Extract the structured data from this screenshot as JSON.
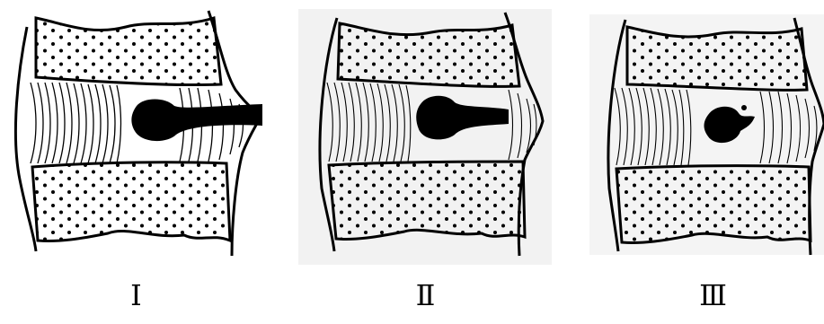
{
  "figure": {
    "panels": [
      {
        "id": "panel-1",
        "label": "Ⅰ",
        "variant": "complete-tear"
      },
      {
        "id": "panel-2",
        "label": "Ⅱ",
        "variant": "contained-tear"
      },
      {
        "id": "panel-3",
        "label": "Ⅲ",
        "variant": "central-lesion"
      }
    ],
    "colors": {
      "ink": "#000000",
      "paper": "#ffffff",
      "panel-background-2": "#f2f2f2",
      "panel-background-3": "#f4f4f4"
    }
  }
}
